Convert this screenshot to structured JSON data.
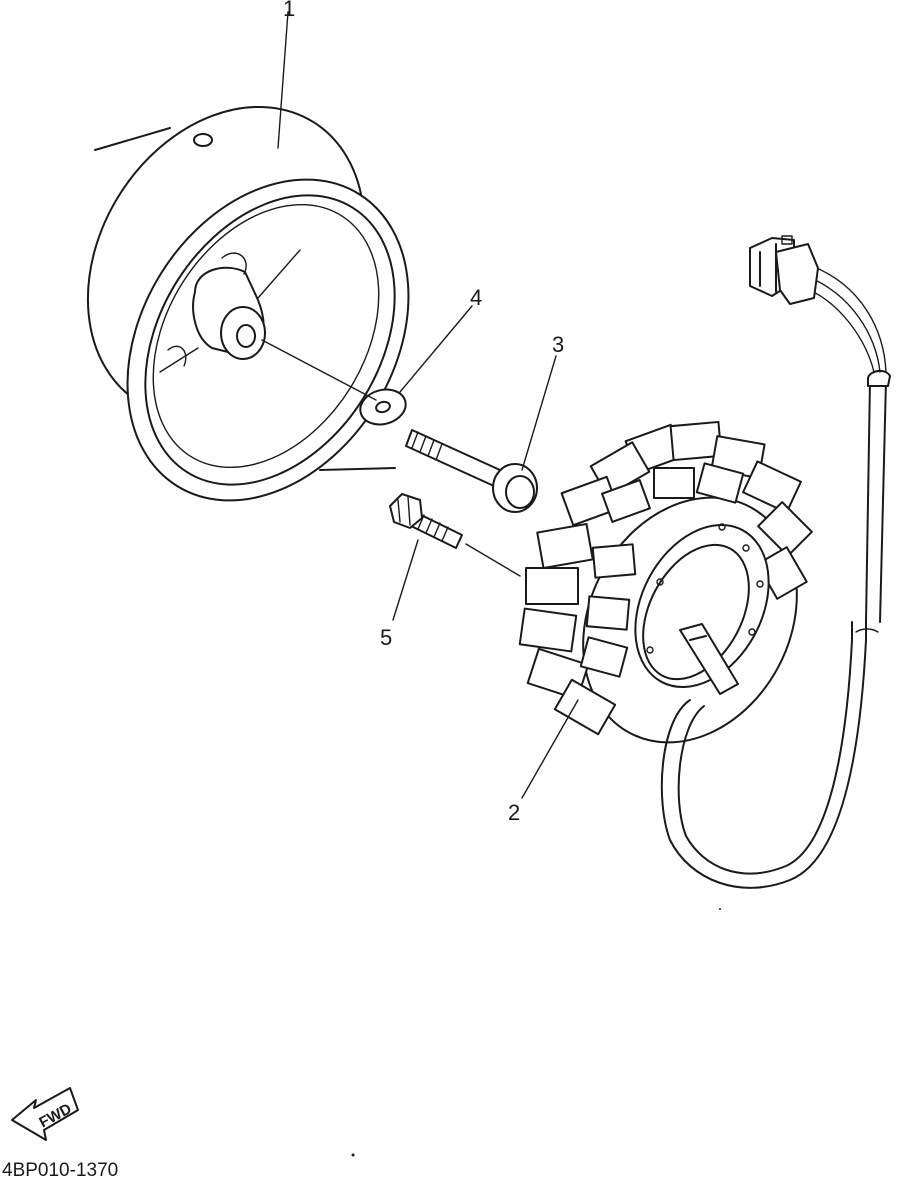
{
  "callouts": [
    {
      "id": "flywheel",
      "label": "1"
    },
    {
      "id": "stator",
      "label": "2"
    },
    {
      "id": "stator-bolt",
      "label": "3"
    },
    {
      "id": "washer",
      "label": "4"
    },
    {
      "id": "screw",
      "label": "5"
    }
  ],
  "fwd_label": "FWD",
  "part_code": "4BP010-1370",
  "colors": {
    "line": "#1a1a1a",
    "background": "#ffffff"
  }
}
